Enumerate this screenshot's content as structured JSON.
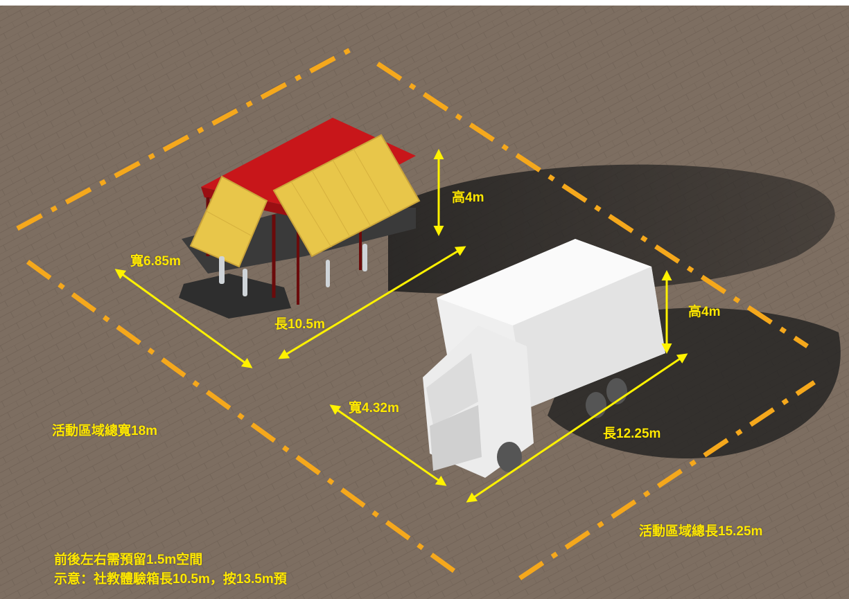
{
  "colors": {
    "ground": "#7d6e61",
    "boundary": "#f5a81c",
    "dimension": "#fff200",
    "label_text": "#ffe800",
    "roof_red": "#c8161a",
    "panel_yellow": "#e8c64a",
    "truck_white": "#efefef",
    "shadow": "#2a2a2a"
  },
  "labels": {
    "booth_height": "高4m",
    "booth_width": "寬6.85m",
    "booth_length": "長10.5m",
    "truck_height": "高4m",
    "truck_width": "寬4.32m",
    "truck_length": "長12.25m",
    "area_total_width": "活動區域總寬18m",
    "area_total_length": "活動區域總長15.25m"
  },
  "notes": {
    "clearance": "前後左右需預留1.5m空間",
    "illustration": "示意：社教體驗箱長10.5m，按13.5m預"
  },
  "icons": {
    "booth": "exhibition-booth-illustration",
    "truck": "box-truck-illustration",
    "boundary": "dash-dot-boundary-line",
    "arrow": "double-headed-arrow"
  }
}
